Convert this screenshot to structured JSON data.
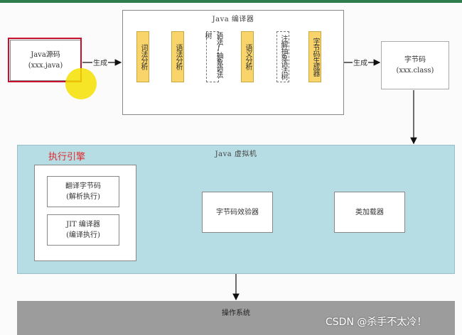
{
  "compiler": {
    "title": "Java 编译器",
    "stages": [
      {
        "label": "词法分析",
        "style": "solid"
      },
      {
        "label": "语法分析",
        "style": "solid"
      },
      {
        "label": "语法/抽象语法树",
        "style": "dashed"
      },
      {
        "label": "语义分析",
        "style": "solid"
      },
      {
        "label": "注解抽象语法树",
        "style": "dashed"
      },
      {
        "label": "字节码生成器",
        "style": "solid"
      }
    ]
  },
  "source": {
    "line1": "Java源码",
    "line2": "(xxx.java)"
  },
  "edge_generate_1": "生成",
  "edge_generate_2": "生成",
  "bytecode": {
    "line1": "字节码",
    "line2": "(xxx.class)"
  },
  "jvm": {
    "title": "Java 虚拟机",
    "engine_label": "执行引擎",
    "interpreter": {
      "line1": "翻译字节码",
      "line2": "(解析执行)"
    },
    "jit": {
      "line1": "JIT 编译器",
      "line2": "(编译执行)"
    },
    "verifier": "字节码效验器",
    "class_loader": "类加载器"
  },
  "os": {
    "label": "操作系统"
  },
  "watermark": "CSDN @杀手不太冷！",
  "colors": {
    "stage_fill": "#f8d46a",
    "jvm_area": "#b7dde4",
    "os_bar": "#9c9c9c",
    "highlight_box": "#c8102e",
    "cursor_dot": "#f5e100",
    "engine_label": "#e0262a"
  }
}
